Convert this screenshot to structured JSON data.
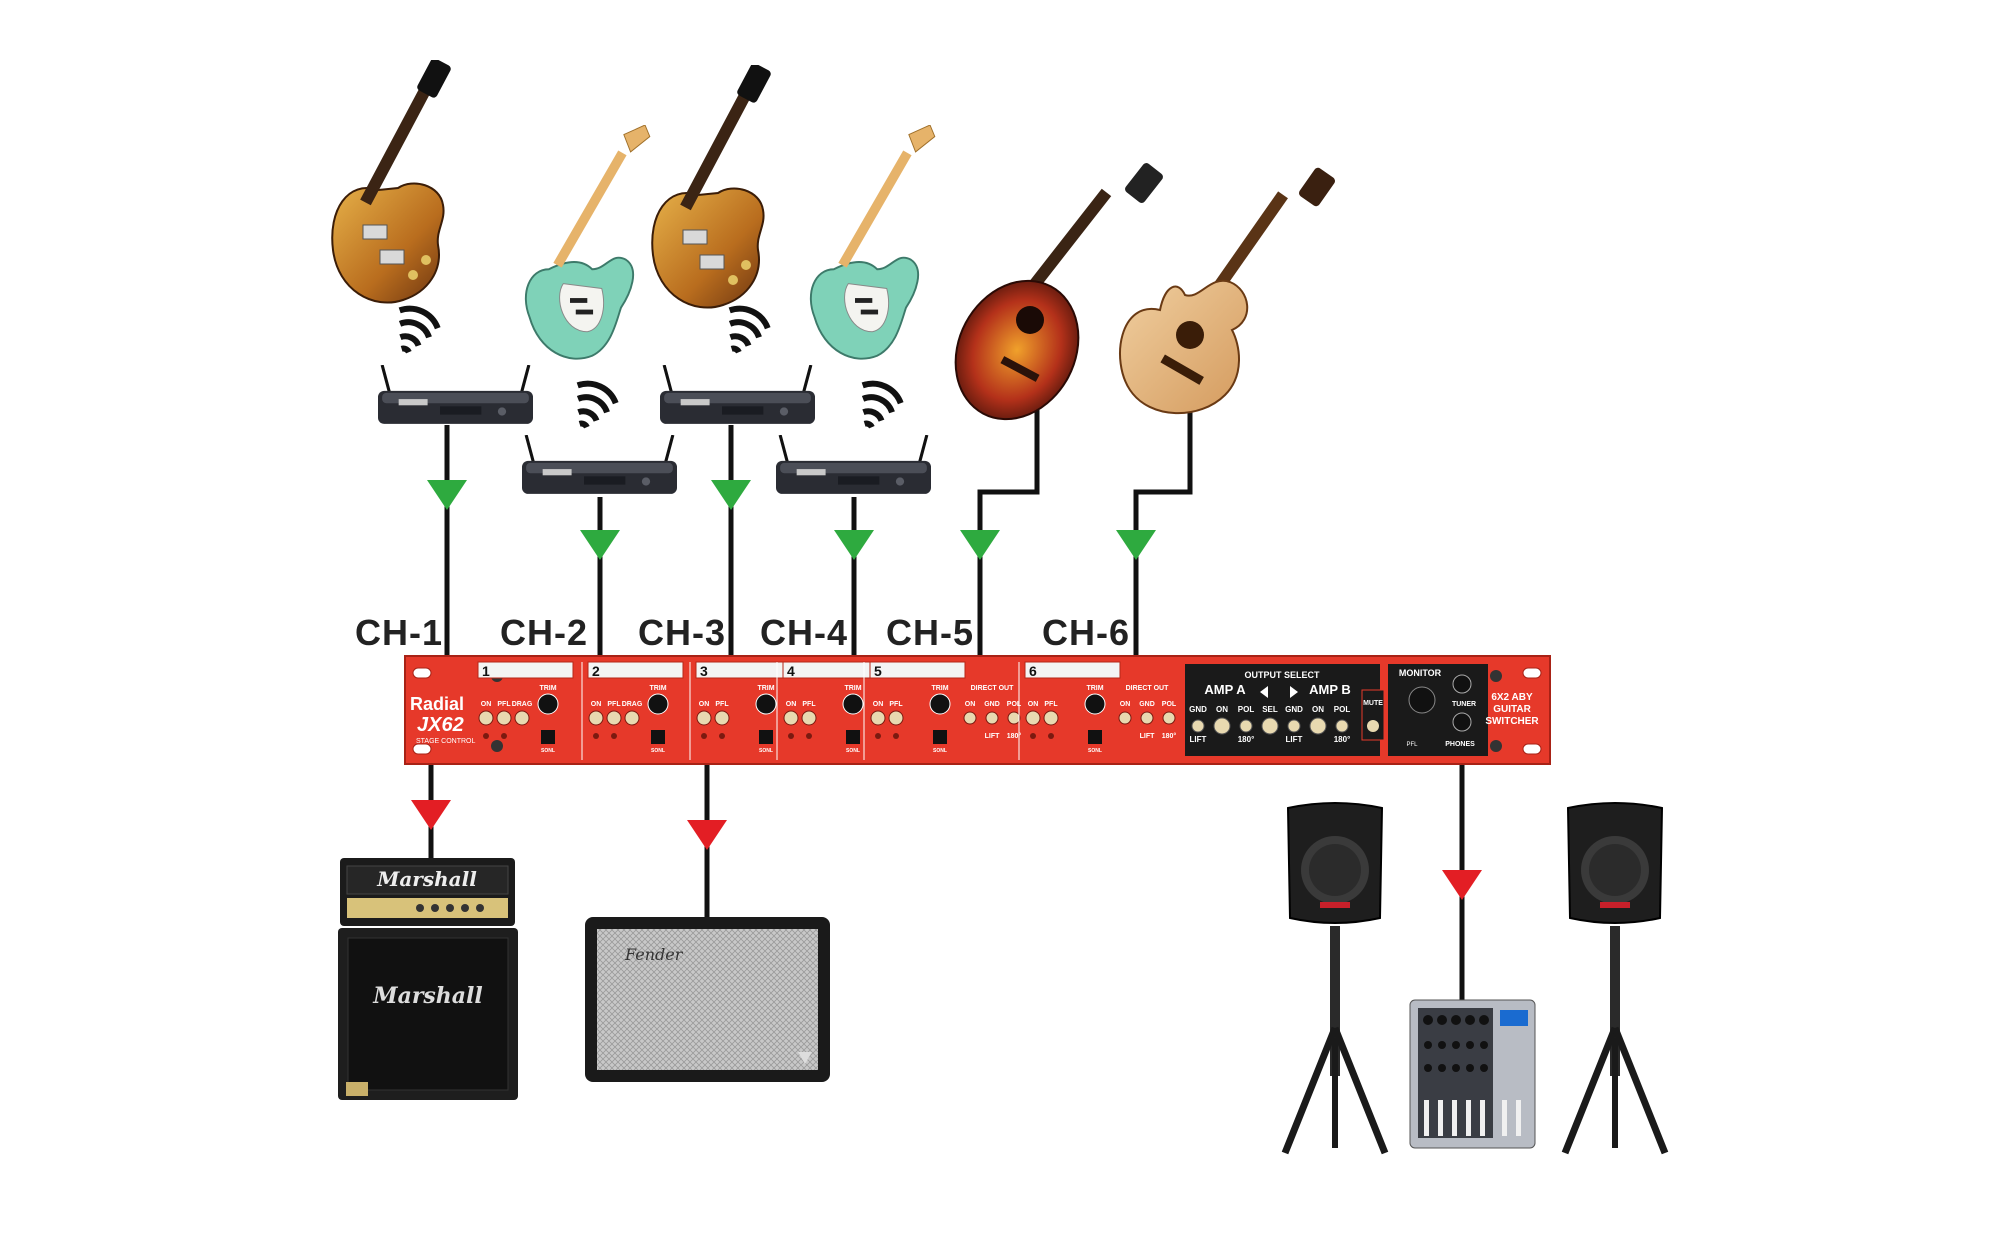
{
  "channels": [
    {
      "label": "CH-1",
      "number": "1"
    },
    {
      "label": "CH-2",
      "number": "2"
    },
    {
      "label": "CH-3",
      "number": "3"
    },
    {
      "label": "CH-4",
      "number": "4"
    },
    {
      "label": "CH-5",
      "number": "5"
    },
    {
      "label": "CH-6",
      "number": "6"
    }
  ],
  "unit": {
    "brand": "Radial",
    "model": "JX62",
    "sub": "STAGE CONTROL",
    "switches": {
      "on": "ON",
      "pfl": "PFL",
      "drag": "DRAG",
      "trim": "TRIM",
      "sonl": "SONL",
      "direct_out": "DIRECT OUT",
      "gnd": "GND",
      "pol": "POL",
      "lift": "LIFT",
      "deg": "180°"
    },
    "output_select": "OUTPUT SELECT",
    "amp_a": "AMP A",
    "amp_b": "AMP B",
    "sel": "SEL",
    "monitor": "MONITOR",
    "tuner": "TUNER",
    "phones": "PHONES",
    "mute": "MUTE",
    "pfl_small": "PFL",
    "title_line1": "6X2 ABY",
    "title_line2": "GUITAR",
    "title_line3": "SWITCHER"
  },
  "amps": {
    "marshall_logo": "Marshall",
    "fender_logo": "Fender"
  },
  "colors": {
    "input_arrow": "#2eaa3f",
    "output_arrow": "#e31e24",
    "rack_red": "#e8392b",
    "line": "#111111"
  },
  "icons": [
    "electric-guitar-icon",
    "wireless-signal-icon",
    "wireless-receiver-icon",
    "acoustic-guitar-icon",
    "pa-speaker-icon",
    "mixer-icon",
    "guitar-amp-icon"
  ]
}
